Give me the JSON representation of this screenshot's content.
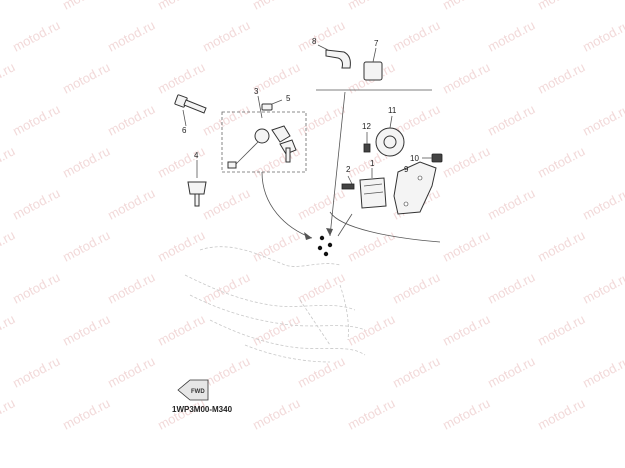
{
  "watermark": {
    "text": "motod.ru"
  },
  "diagram": {
    "callouts": [
      "1",
      "2",
      "3",
      "4",
      "5",
      "6",
      "7",
      "8",
      "9",
      "10",
      "11",
      "12"
    ],
    "part_code": "1WP3M00-M340",
    "forward_label": "FWD"
  },
  "colors": {
    "line": "#555555",
    "watermark": "#f2d9d9",
    "part_fill": "#f4f4f4",
    "background": "#ffffff"
  },
  "icons": {
    "forward_arrow": "fwd-arrow-icon"
  }
}
